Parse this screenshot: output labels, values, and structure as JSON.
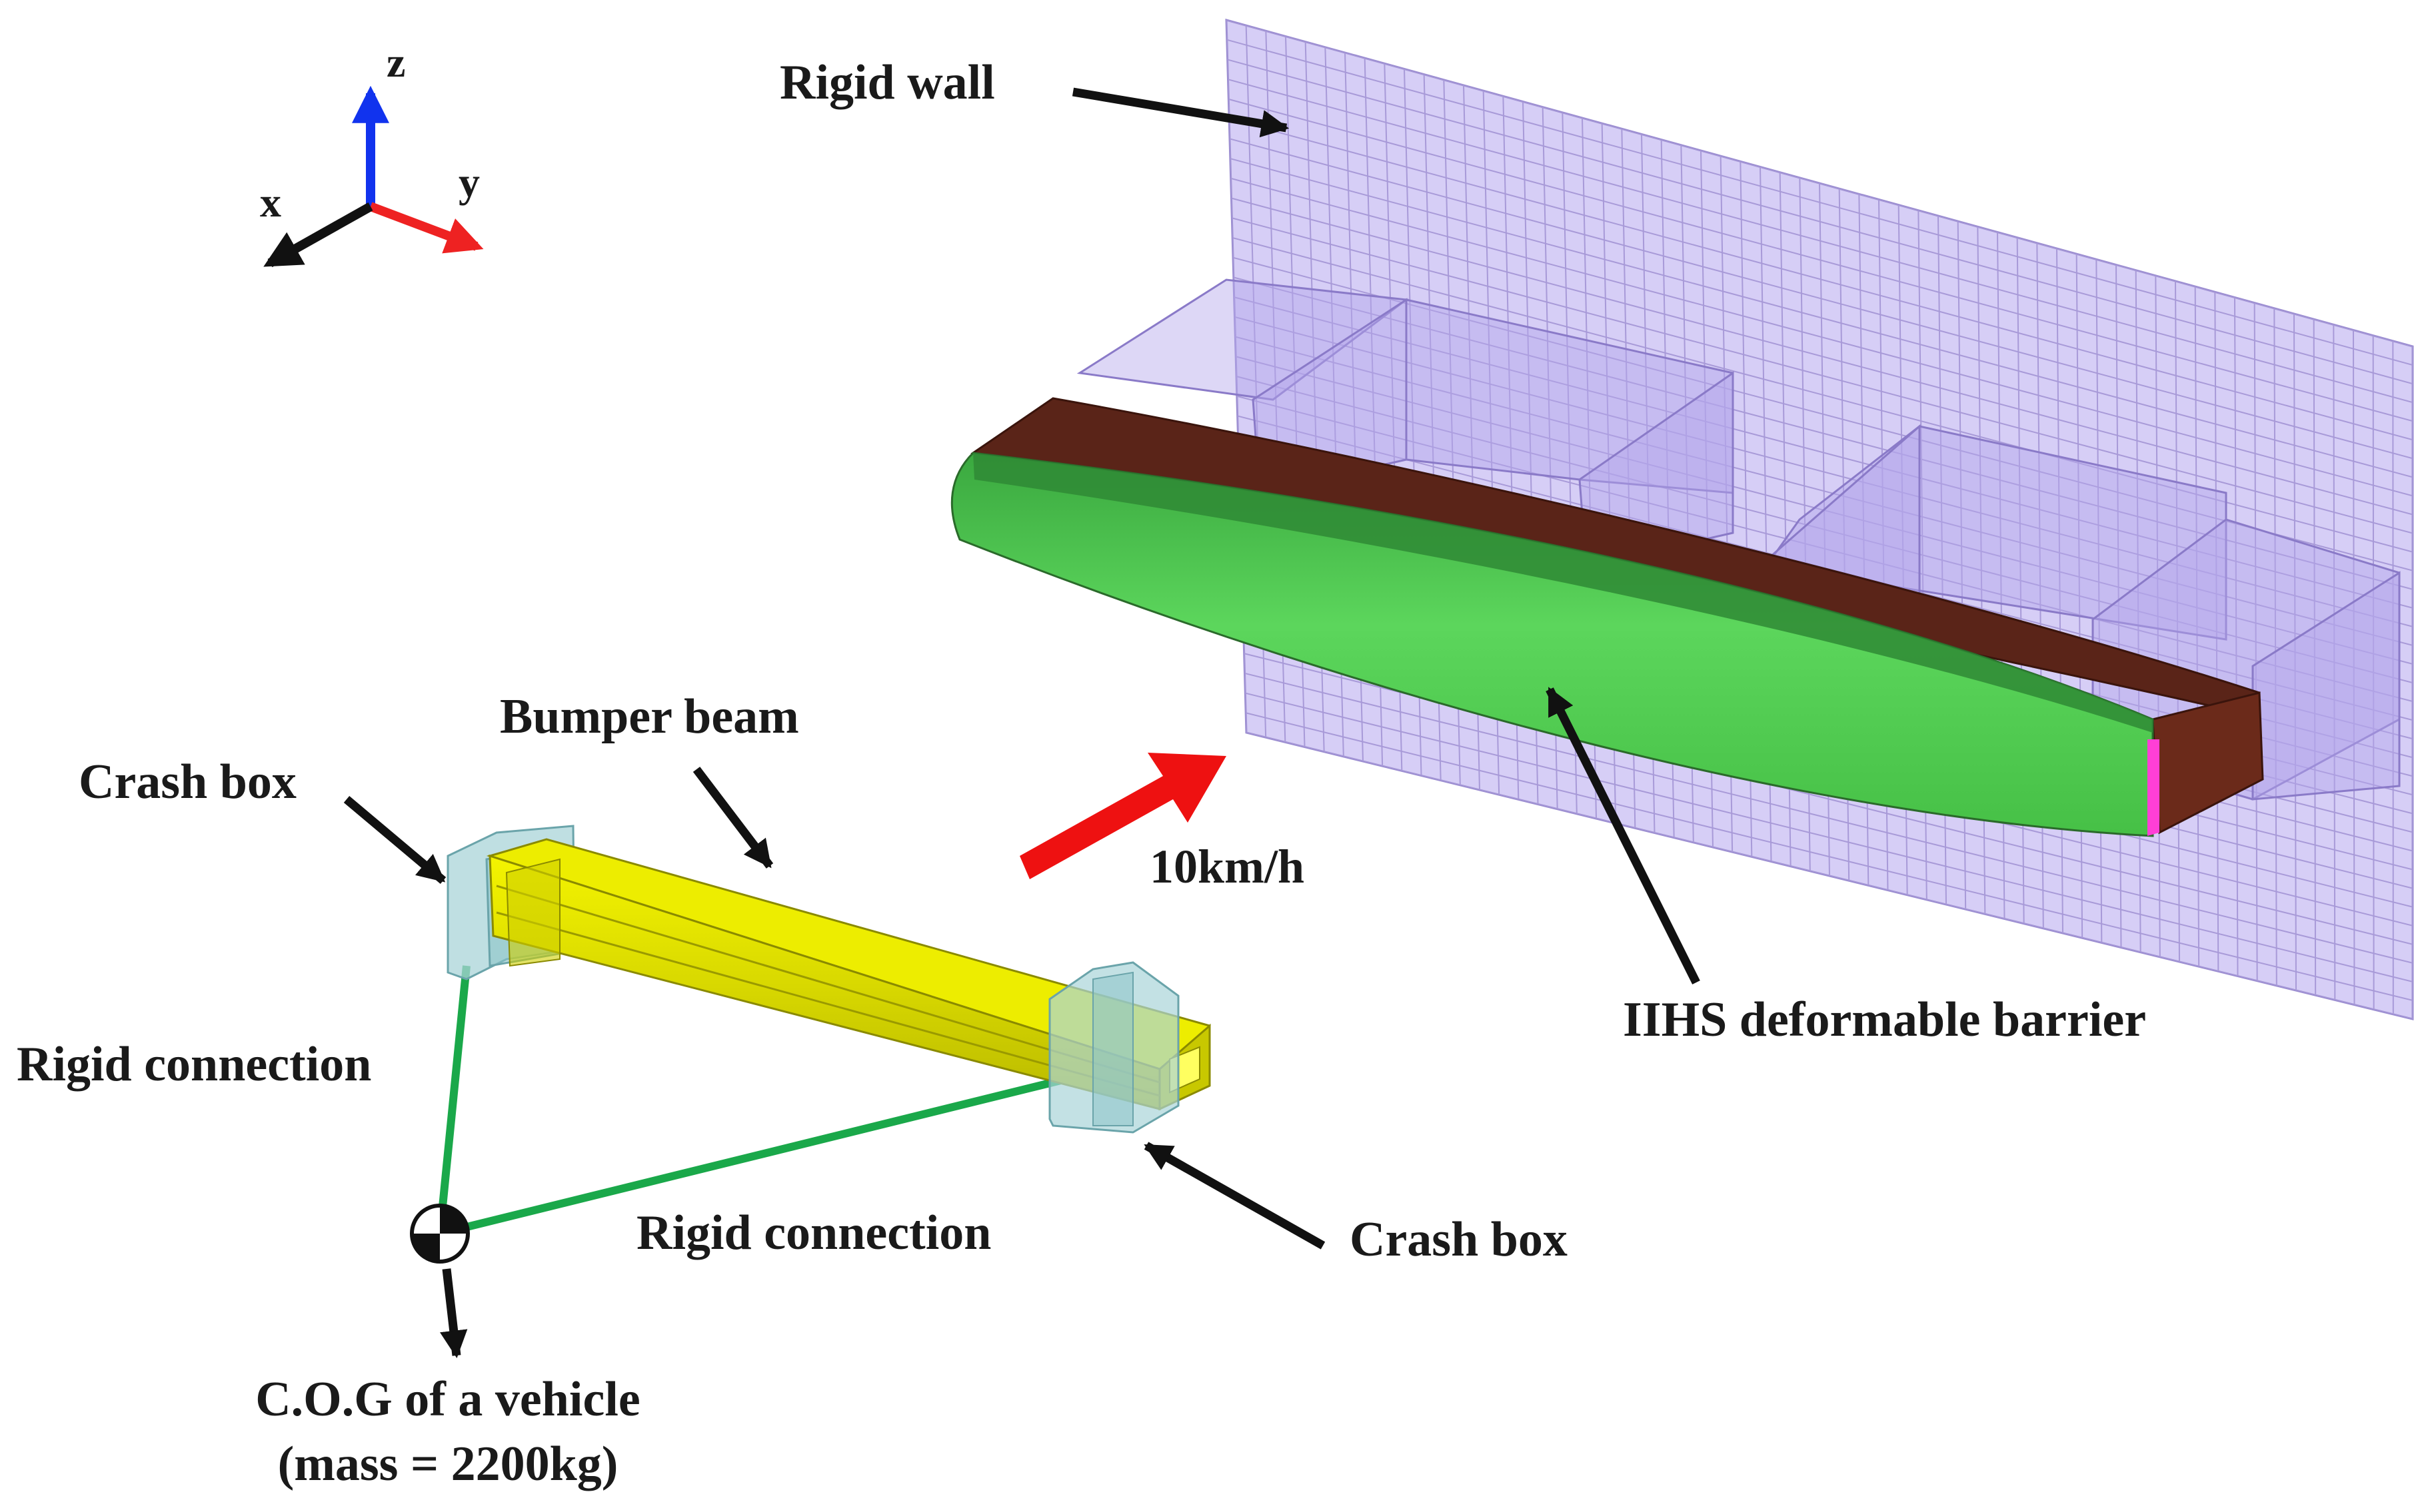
{
  "axes": {
    "x": "x",
    "y": "y",
    "z": "z"
  },
  "labels": {
    "rigid_wall": "Rigid wall",
    "bumper_beam": "Bumper beam",
    "crash_box_left": "Crash box",
    "crash_box_right": "Crash box",
    "rigid_connection_left": "Rigid connection",
    "rigid_connection_bottom": "Rigid connection",
    "speed": "10km/h",
    "barrier": "IIHS deformable barrier",
    "cog_line1": "C.O.G of a vehicle",
    "cog_line2": "(mass = 2200kg)"
  },
  "colors": {
    "wall": "#cfc6f5",
    "wall_grid": "#a89ad8",
    "barrier_top": "#5a2418",
    "barrier_face": "#4fd04f",
    "barrier_face_dark": "#2f8a35",
    "beam": "#e8e800",
    "crash_box": "#a9d4d8",
    "connection": "#1aa84a",
    "velocity_arrow": "#ee1111",
    "axis_x": "#111111",
    "axis_y": "#ee2222",
    "axis_z": "#1133ee"
  }
}
